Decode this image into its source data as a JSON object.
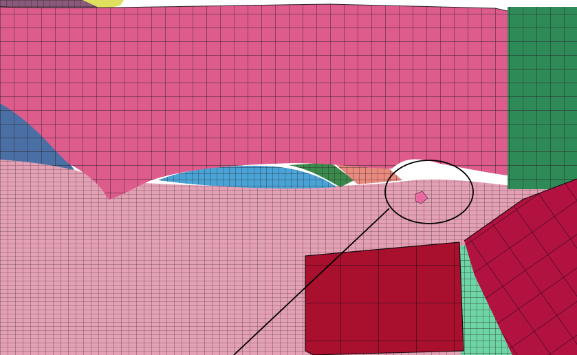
{
  "view": {
    "background": "#ffffff",
    "mesh_line_color": "#2a1f24"
  },
  "parts": [
    {
      "name": "upper-panel",
      "color": "#de5c8c"
    },
    {
      "name": "lower-panel",
      "color": "#e4a0b4"
    },
    {
      "name": "green-block",
      "color": "#2e8b57"
    },
    {
      "name": "blue-left-part",
      "color": "#4a6fa5"
    },
    {
      "name": "cyan-part",
      "color": "#4aa3d6"
    },
    {
      "name": "dark-green-part",
      "color": "#3a8a4c"
    },
    {
      "name": "salmon-part",
      "color": "#e98a7e"
    },
    {
      "name": "red-plate",
      "color": "#a8102e"
    },
    {
      "name": "crimson-block",
      "color": "#b1123f"
    },
    {
      "name": "mint-part",
      "color": "#6ed6a6"
    },
    {
      "name": "top-left-sliver",
      "color": "#8a5a7a"
    },
    {
      "name": "yellow-sliver",
      "color": "#e0e060"
    }
  ],
  "callout": {
    "kind": "ellipse-with-leader-line",
    "line_color": "#000000"
  }
}
